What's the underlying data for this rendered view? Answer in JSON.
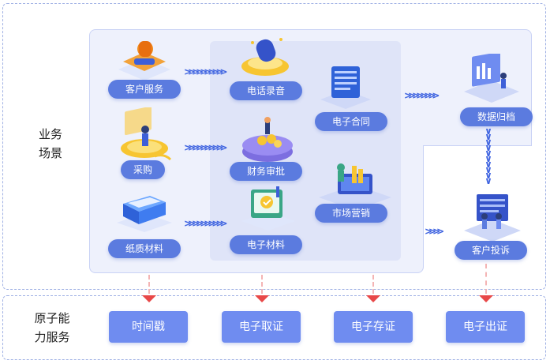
{
  "sections": {
    "business_line1": "业务",
    "business_line2": "场景",
    "atomic_line1": "原子能",
    "atomic_line2": "力服务"
  },
  "business_nodes": {
    "customer_service": "客户服务",
    "procurement": "采购",
    "paper_material": "纸质材料",
    "call_recording": "电话录音",
    "financial_approval": "财务审批",
    "electronic_material": "电子材料",
    "electronic_contract": "电子合同",
    "marketing": "市场营销",
    "data_archiving": "数据归档",
    "customer_complaint": "客户投诉"
  },
  "capabilities": {
    "timestamp": "时间戳",
    "evidence_collection": "电子取证",
    "evidence_storage": "电子存证",
    "evidence_issuance": "电子出证"
  },
  "colors": {
    "pill": "#5b7bdf",
    "capability": "#6f8cf0",
    "arrow": "#3e63e0",
    "drop_triangle": "#e84848",
    "frame_border": "#9fb0e4"
  }
}
